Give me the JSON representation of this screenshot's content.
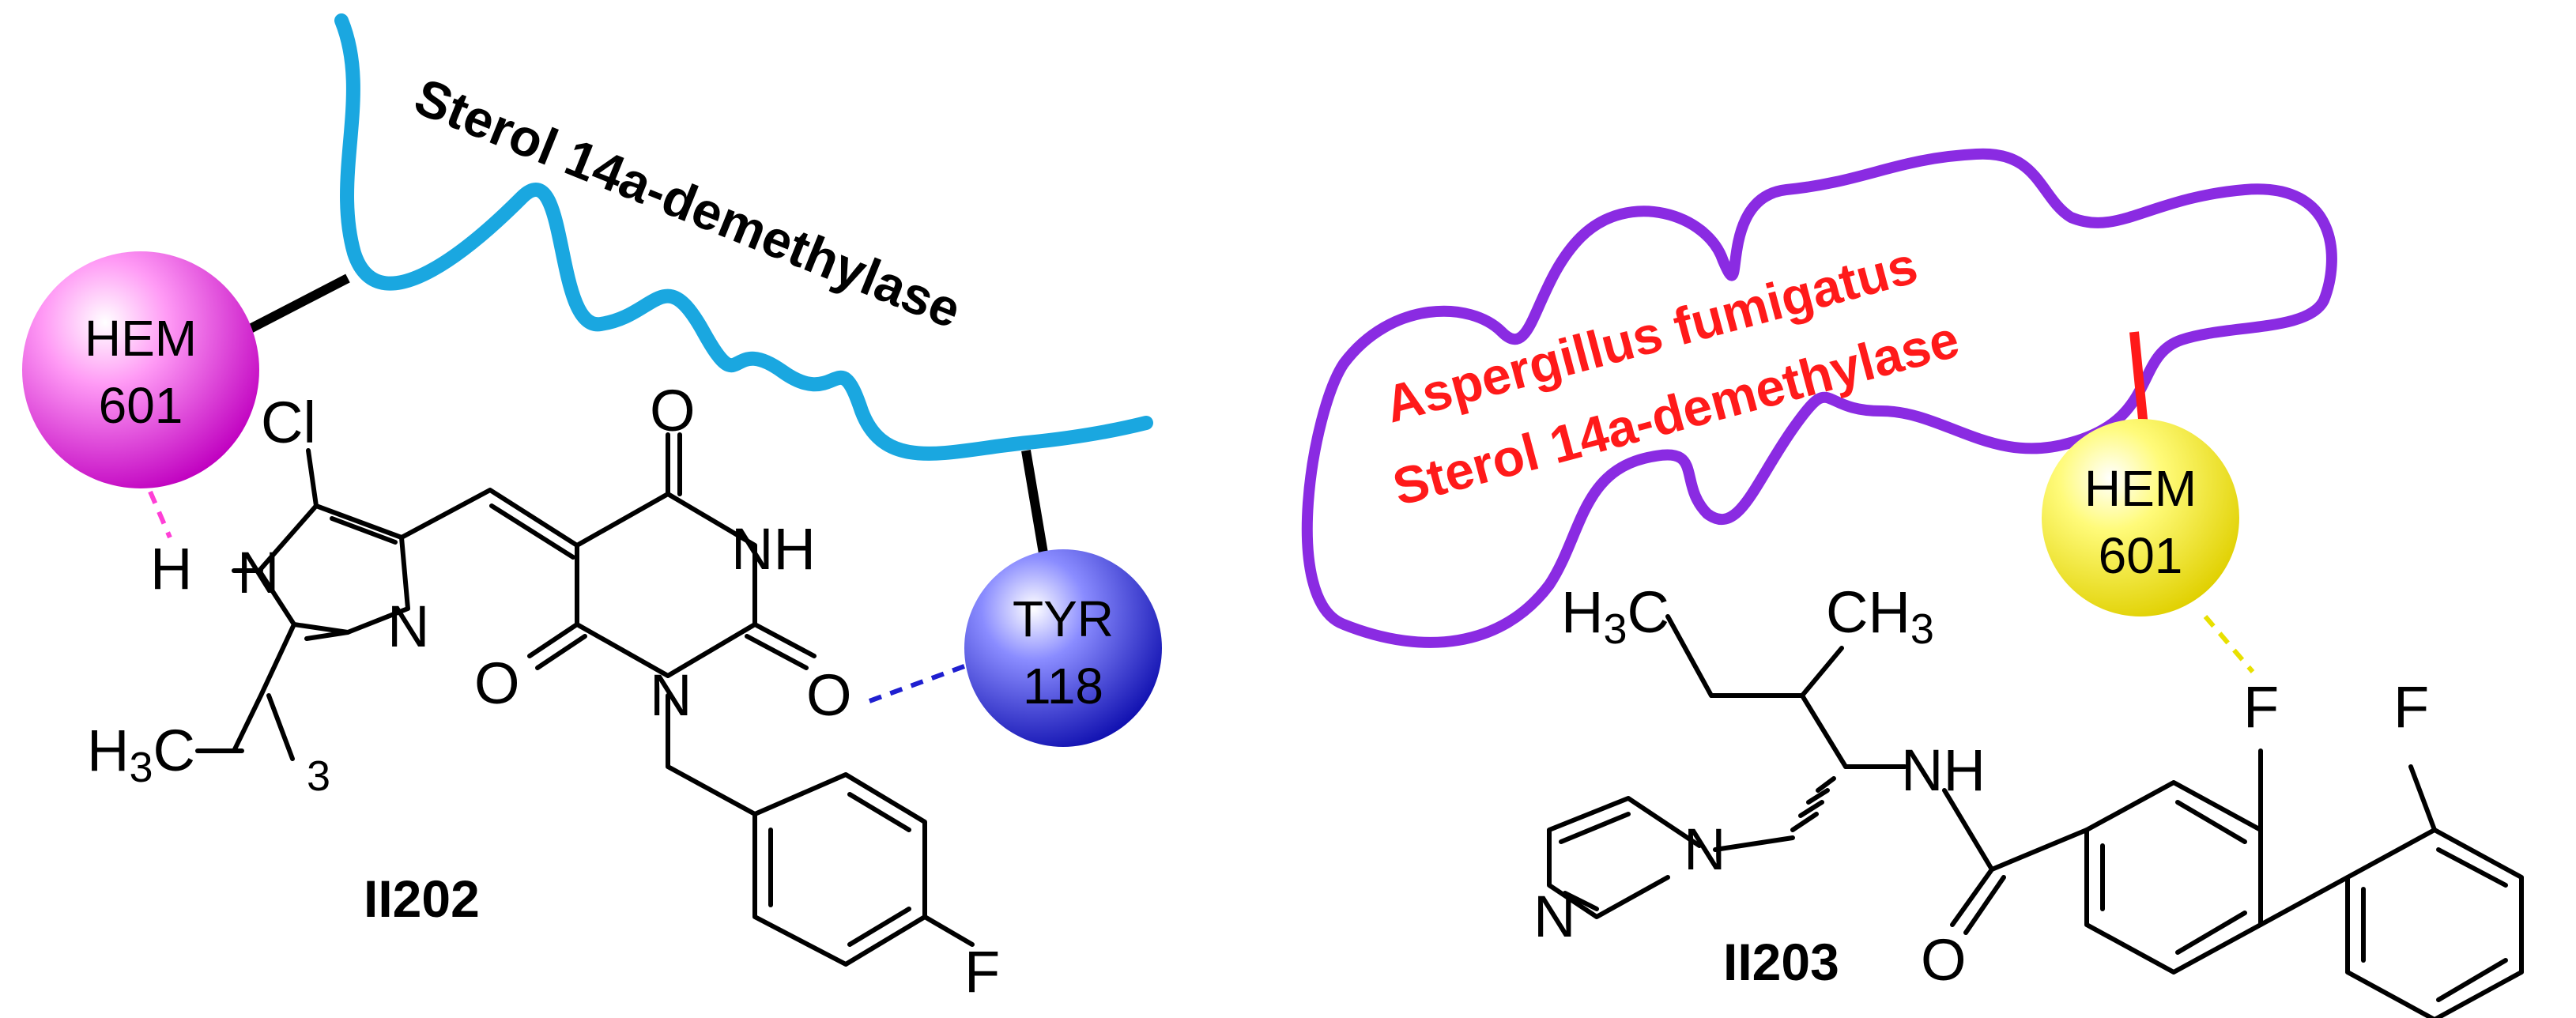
{
  "left_panel": {
    "enzyme_label": "Sterol 14a-demethylase",
    "compound_label": "II202",
    "residues": [
      {
        "line1": "HEM",
        "line2": "601",
        "color": "#e040e0"
      },
      {
        "line1": "TYR",
        "line2": "118",
        "color": "#3a3ad8"
      }
    ],
    "atoms": {
      "cl": "Cl",
      "h": "H",
      "n1": "N",
      "n2": "N",
      "ch3": "H3C",
      "o1": "O",
      "nh": "NH",
      "o2": "O",
      "o3": "O",
      "n3": "N",
      "f": "F"
    }
  },
  "right_panel": {
    "enzyme_label_line1": "Aspergillus fumigatus",
    "enzyme_label_line2": "Sterol 14a-demethylase",
    "compound_label": "II203",
    "residues": [
      {
        "line1": "HEM",
        "line2": "601",
        "color": "#f5f000"
      }
    ],
    "atoms": {
      "h3c": "H3C",
      "ch3": "CH3",
      "nh": "NH",
      "n_im1": "N",
      "n_im2": "N",
      "o": "O",
      "f1": "F",
      "f2": "F"
    }
  },
  "colors": {
    "protein_left": "#1aa7e0",
    "protein_right": "#8a2be2",
    "enzyme_text_right": "#ff1a1a",
    "hbond_hem_left": "#ff3fd6",
    "hbond_tyr": "#1f1fd0",
    "hbond_hem_right": "#e8e000",
    "bond_right_hem": "#ff1a1a"
  }
}
